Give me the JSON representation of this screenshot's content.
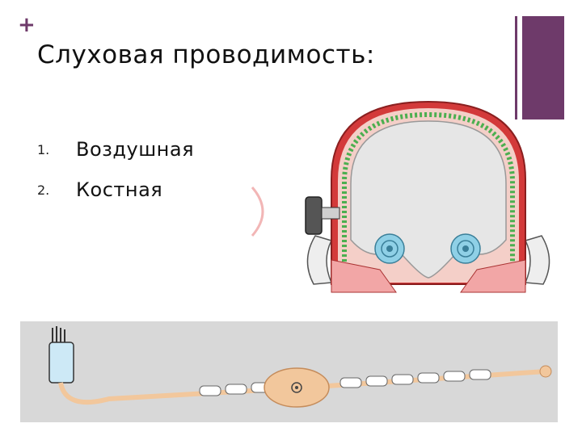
{
  "slide": {
    "title": "Слуховая проводимость:",
    "items": [
      {
        "number": "1.",
        "label": "Воздушная"
      },
      {
        "number": "2.",
        "label": "Костная"
      }
    ]
  },
  "colors": {
    "accent": "#6e3a6a",
    "arc": "#f2b6b6",
    "bone": "#d8d8d8",
    "cochlea": "#8fd0e6",
    "neuron": "#f2c79c"
  },
  "icons": [
    "plus-icon",
    "skull-crosssection-illustration",
    "neuron-illustration"
  ]
}
